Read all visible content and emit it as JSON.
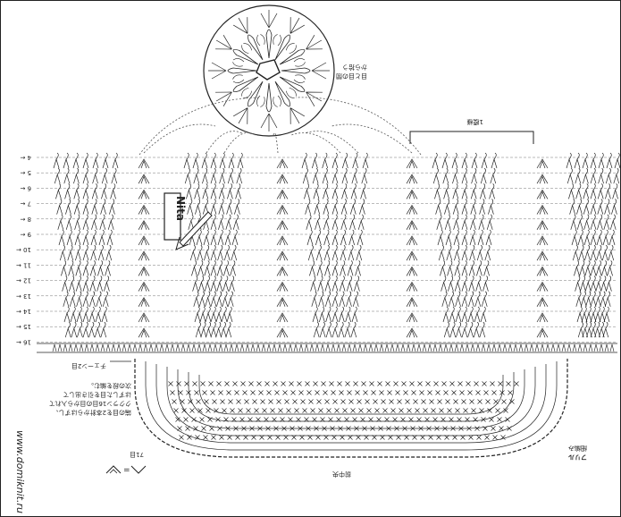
{
  "motif": {
    "note_line1": "目と目の間",
    "note_line2": "から拾う"
  },
  "labels": {
    "repeat": "1模様",
    "chain_start": "チェーン2目",
    "ring_note_line1": "端の目を2本針からはずし、",
    "ring_note_line2": "ククラン16目の目から入れて",
    "ring_note_line3": "はずした目を引き出して",
    "ring_note_line4": "次の段を編む。",
    "center_front": "前中央",
    "rows_label": "71目",
    "frill_line1": "フリル",
    "frill_line2": "細編み",
    "symbol_eq": "=",
    "watermark": "www.domiknit.ru",
    "logo": "Nita"
  },
  "rows": [
    "4",
    "5",
    "6",
    "7",
    "8",
    "9",
    "10",
    "11",
    "12",
    "13",
    "14",
    "15",
    "16"
  ],
  "colors": {
    "ink": "#222222",
    "paper": "#ffffff",
    "dotted": "#555555"
  }
}
